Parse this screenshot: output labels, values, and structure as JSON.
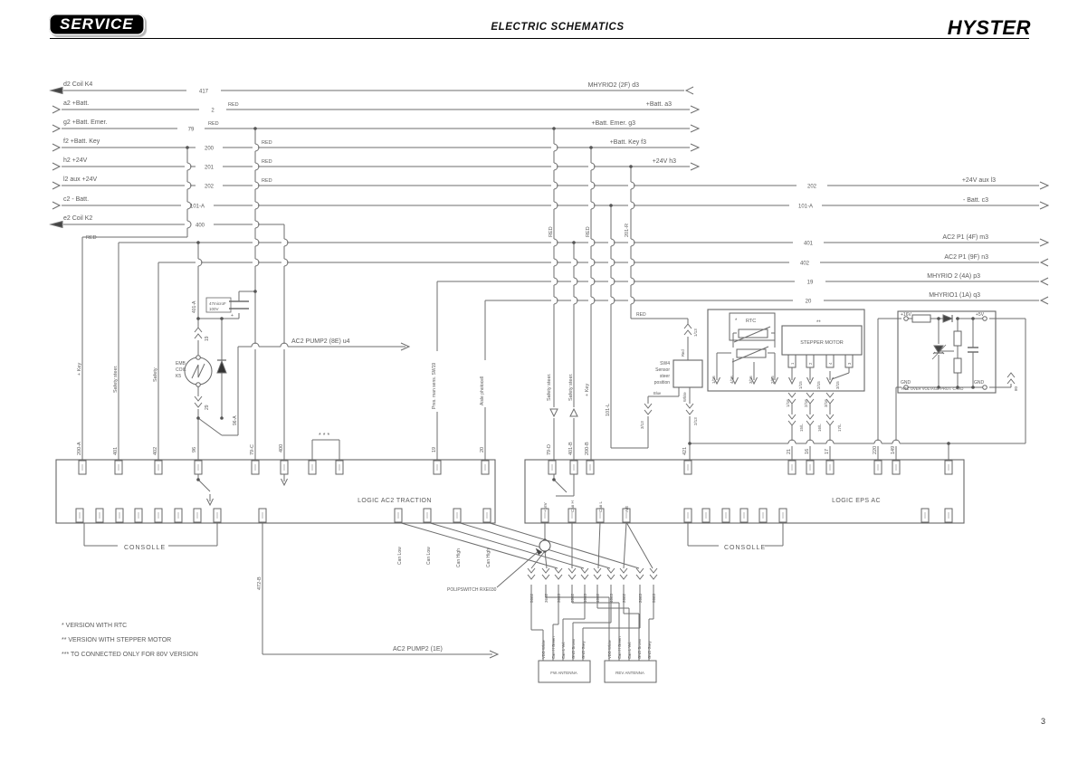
{
  "header": {
    "badge": "SERVICE",
    "title": "ELECTRIC SCHEMATICS",
    "brand": "HYSTER"
  },
  "page_number": "3",
  "notes": {
    "n1": "* VERSION WITH RTC",
    "n2": "** VERSION WITH STEPPER MOTOR",
    "n3": "*** TO CONNECTED ONLY FOR 80V VERSION"
  },
  "left": {
    "r1": {
      "label": "d2 Coil K4",
      "num": "417"
    },
    "r2": {
      "label": "a2 +Batt.",
      "num": "2",
      "red": "RED"
    },
    "r3": {
      "label": "g2 +Batt. Emer.",
      "num": "79",
      "red": "RED"
    },
    "r4": {
      "label": "f2 +Batt. Key",
      "num": "200",
      "red": "RED"
    },
    "r5": {
      "label": "h2 +24V",
      "num": "201",
      "red": "RED"
    },
    "r6": {
      "label": "l2 aux +24V",
      "num": "202",
      "red": "RED"
    },
    "r7": {
      "label": "c2 - Batt.",
      "num": "101-A"
    },
    "r8": {
      "label": "e2 Coil K2",
      "num": "400"
    }
  },
  "right": {
    "r1": "MHYRIO2 (2F) d3",
    "r2": "+Batt. a3",
    "r3": "+Batt. Emer. g3",
    "r4": "+Batt. Key f3",
    "r5": "+24V h3",
    "r6": {
      "num": "202",
      "label": "+24V aux l3"
    },
    "r7": {
      "num": "101-A",
      "label": "- Batt. c3"
    },
    "r8": {
      "num": "401",
      "label": "AC2 P1 (4F) m3",
      "red": "RED"
    },
    "r9": {
      "num": "402",
      "label": "AC2 P1 (9F) n3"
    },
    "r10": {
      "num": "19",
      "label": "MHYRIO 2 (4A) p3"
    },
    "r11": {
      "num": "20",
      "label": "MHYRIO1 (1A) q3"
    }
  },
  "bus": {
    "red1": "RED",
    "red2": "RED",
    "r201": "201-R"
  },
  "cols": {
    "key": {
      "label": "+ Key",
      "num": "200-A"
    },
    "ss": {
      "label": "Safety steer.",
      "num": "401"
    },
    "safety": {
      "label": "Safety",
      "num": "402"
    },
    "emb": {
      "top": "401-A",
      "c1": "19",
      "c2": "29",
      "bot": "96",
      "branch": "96-A",
      "coil1": "EMB",
      "coil2": "COIL",
      "coil3": "K5"
    },
    "cap": {
      "l1": "47microF",
      "l2": "100V",
      "plus": "+"
    },
    "c79": "79-C",
    "c400": "400",
    "jumper": "***",
    "pres": {
      "label": "Pres. man sens. SW19",
      "num": "19"
    },
    "aisle": {
      "label": "Aisle photocell",
      "num": "20"
    },
    "pump_out": "472-B"
  },
  "arrows": {
    "pump8e": "AC2 PUMP2 (8E) u4",
    "pump1e": "AC2 PUMP2 (1E)"
  },
  "boxes": {
    "traction": "LOGIC AC2 TRACTION",
    "eps": "LOGIC EPS AC",
    "consolle_left": "CONSOLLE",
    "consolle_right": "CONSOLLE"
  },
  "can": {
    "p1": "Can Low",
    "p2": "Can Low",
    "p3": "Can High",
    "p4": "Can High"
  },
  "mid": {
    "ss1": {
      "label": "Safety steer.",
      "num": "79-D"
    },
    "ss2": {
      "label": "Safety steer.",
      "num": "401-B"
    },
    "key": {
      "label": "+ Key",
      "num": "200-B"
    },
    "l101": "101-L",
    "sw4": {
      "red": "RED",
      "pin1": "1/13",
      "pin3": "3/13",
      "pin2": "2/13",
      "w_red": "Red",
      "w_blue": "Blue",
      "w_white": "White",
      "name1": "SW4",
      "name2": "Sensor",
      "name3": "steer",
      "name4": "position",
      "num": "421"
    }
  },
  "rtc": {
    "star": "*",
    "label": "RTC",
    "a1": "1/15",
    "a2": "4/15",
    "a3": "3/15",
    "a4": "2/15"
  },
  "stepper": {
    "stars": "**",
    "label": "STEPPER MOTOR",
    "p1": "1",
    "p2": "2",
    "p3": "4",
    "p4": "3",
    "a1": "1/15",
    "a2": "2/15",
    "a3": "3/15"
  },
  "links": {
    "u1": "1/16",
    "u2": "2/16",
    "u3": "3/16",
    "l1": "15/L",
    "l2": "16/L",
    "l3": "17/L",
    "w1": "21",
    "w2": "16",
    "w3": "17",
    "w4": "220",
    "w5": "149",
    "w80": "80"
  },
  "card": {
    "vin": "+16V",
    "vout": "+5V",
    "gnd1": "GND",
    "gnd2": "GND",
    "name": "RTC OVER VOLTAGE PROT. CARD"
  },
  "eps_pins": {
    "p1": "+16V",
    "p2": "Can H",
    "p3": "Can L",
    "p4": "Adt"
  },
  "polip": "POLIPSWITCH RXE030",
  "fan": {
    "w1": "5662",
    "w2": "3662",
    "w3": "3663",
    "w4": "1662",
    "w5": "1663",
    "w6": "4662",
    "w7": "4663",
    "w8": "2662",
    "w9": "2663",
    "w10": "5663"
  },
  "ant": {
    "w1": "VDD White",
    "w2": "Can H Green",
    "w3": "Can L Yel.",
    "w4": "GND Brown",
    "w5": "GND Grey",
    "fw": "FW ANTENNA",
    "rev": "REV ANTENNA"
  }
}
